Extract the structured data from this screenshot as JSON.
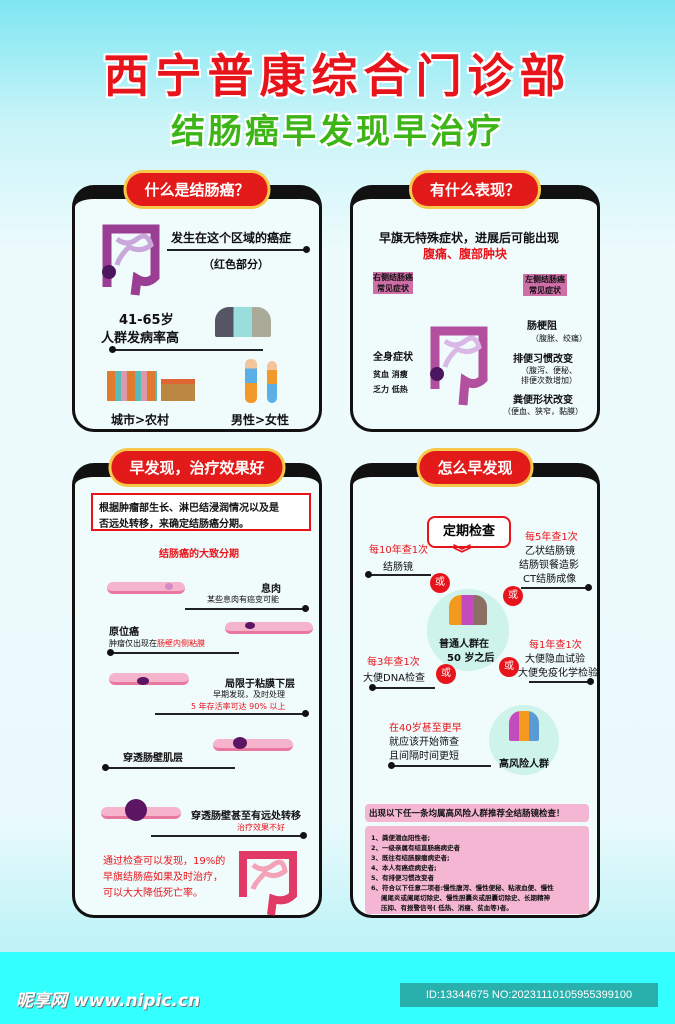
{
  "header": {
    "title": "西宁普康综合门诊部",
    "subtitle": "结肠癌早发现早治疗"
  },
  "panel1": {
    "heading": "什么是结肠癌？",
    "region": "发生在这个区域的癌症",
    "region_note": "（红色部分）",
    "age": "41-65岁",
    "age_note": "人群发病率高",
    "city": "城市>农村",
    "gender": "男性>女性"
  },
  "panel2": {
    "heading": "有什么表现？",
    "intro": "早旗无特殊症状，进展后可能出现",
    "intro_red": "腹痛、腹部肿块",
    "right_label": "右侧结肠癌常见症状",
    "left_label": "左侧结肠癌常见症状",
    "general": "全身症状",
    "general_items": [
      "贫血  消瘦",
      "乏力  低热"
    ],
    "obstruction": "肠梗阻",
    "obstruction_note": "（腹胀、绞痛）",
    "habit": "排便习惯改变",
    "habit_note": [
      "（腹泻、便秘、",
      "排便次数增加）"
    ],
    "stool": "粪便形状改变",
    "stool_note": "（便血、狭窄，黏膜）"
  },
  "panel3": {
    "heading": "早发现，治疗效果好",
    "box": [
      "根据肿瘤部生长、淋巴结浸润情况以及是",
      "否远处转移，来确定结肠癌分期。"
    ],
    "stages_title": "结肠癌的大致分期",
    "stages": [
      {
        "name": "息肉",
        "desc": "某些息肉有癌变可能"
      },
      {
        "name": "原位癌",
        "desc": "肿瘤仅出现在",
        "desc_red": "肠壁内侧粘膜"
      },
      {
        "name": "局限于粘膜下层",
        "desc": "早期发现，及时处理",
        "desc_red": "5 年存活率可达 90% 以上"
      },
      {
        "name": "穿透肠壁肌层"
      },
      {
        "name": "穿透肠壁甚至有远处转移",
        "desc_red": "治疗效果不好"
      }
    ],
    "conclusion": [
      "通过检查可以发现，19%的",
      "早旗结肠癌如果及时治疗，",
      "可以大大降低死亡率。"
    ]
  },
  "panel4": {
    "heading": "怎么早发现",
    "regular": "定期检查",
    "or": "或",
    "center": [
      "普通人群在",
      "50 岁之后"
    ],
    "opt1": {
      "freq": "每10年查1次",
      "items": [
        "结肠镜"
      ]
    },
    "opt2": {
      "freq": "每5年查1次",
      "items": [
        "乙状结肠镜",
        "结肠钡餐造影",
        "CT结肠成像"
      ]
    },
    "opt3": {
      "freq": "每3年查1次",
      "items": [
        "大便DNA检查"
      ]
    },
    "opt4": {
      "freq": "每1年查1次",
      "items": [
        "大便隐血试验",
        "大便免疫化学检验"
      ]
    },
    "high_risk": "高风险人群",
    "high_red": "在40岁甚至更早",
    "high_items": [
      "就应该开始筛查",
      "且间隔时间更短"
    ],
    "warn_title": "出现以下任一条均属高风险人群推荐全结肠镜检查！",
    "warn_items": [
      "1、粪便潜血阳性者;",
      "2、一级亲属有结直肠癌病史者",
      "3、既往有结肠腺瘤病史者;",
      "4、本人有癌症病史者;",
      "5、有排便习惯改变者",
      "6、符合以下任意二项者:慢性腹泻、慢性便秘、粘液血便、慢性",
      "阑尾炎或阑尾切除史、慢性胆囊炎或胆囊切除史、长期精神",
      "压抑、有报警信号( 低热、消瘦、贫血等)者。"
    ]
  },
  "footer": {
    "logo": "昵享网 www.nipic.cn",
    "id": "ID:13344675 NO:20231110105955399100"
  },
  "colors": {
    "red": "#e8141b",
    "green": "#3db517",
    "cyan": "#33ffff",
    "pink": "#f4b6d2"
  }
}
